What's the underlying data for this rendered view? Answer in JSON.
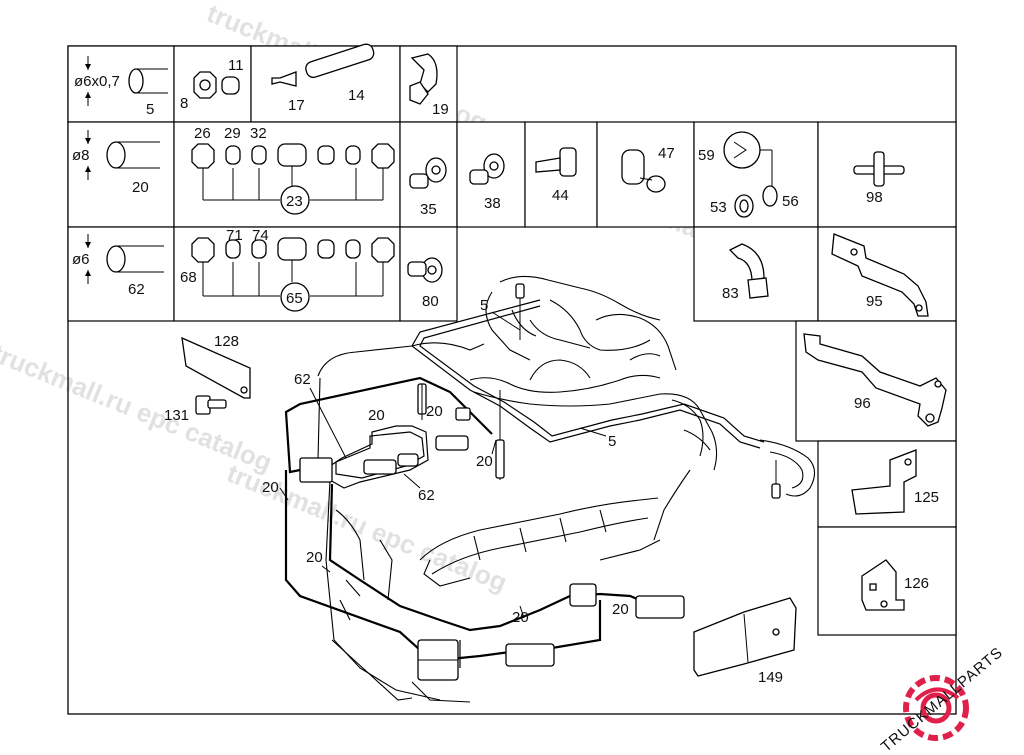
{
  "table": {
    "row1": {
      "tube_size": "ø6x0,7",
      "tube_no": "5",
      "nut_no": "8",
      "sleeve_no": "11",
      "fitting_no": "17",
      "hose_no": "14",
      "elbow_no": "19"
    },
    "row2": {
      "tube_size": "ø8",
      "tube_no": "20",
      "part_nos": [
        "26",
        "29",
        "32"
      ],
      "group_no": "23",
      "banjo_a": "35",
      "banjo_b": "38",
      "tee_no": "44",
      "elbow_no": "47",
      "valve_nos": [
        "59",
        "53",
        "56"
      ],
      "cross_no": "98"
    },
    "row3": {
      "tube_size": "ø6",
      "tube_no": "62",
      "part_nos": [
        "68",
        "71",
        "74"
      ],
      "group_no": "65",
      "banjo_no": "80",
      "elbow_no": "83",
      "bracket_no": "95"
    }
  },
  "side_parts": {
    "bracket_96": "96",
    "bracket_125": "125",
    "bracket_126": "126"
  },
  "main_labels": {
    "plate": "128",
    "bolt": "131",
    "pipe_62_top": "62",
    "pipe_62_mid": "62",
    "pipe_5_top": "5",
    "pipe_5_right": "5",
    "pipe_20_a": "20",
    "pipe_20_b": "20",
    "pipe_20_c": "20",
    "pipe_20_left": "20",
    "pipe_20_low": "20",
    "pipe_20_bottom": "20",
    "pipe_20_right": "20",
    "shield": "149"
  },
  "watermark": {
    "text_a": "truckmall.ru epc catalog",
    "text_b": "truckmall.ru epc catalog",
    "text_c": "truckmall.ru epc catalog",
    "text_d": "truckmall.ru epc catalog",
    "logo_text": "TRUCKMALLPARTS",
    "logo_color": "#e0204a"
  }
}
